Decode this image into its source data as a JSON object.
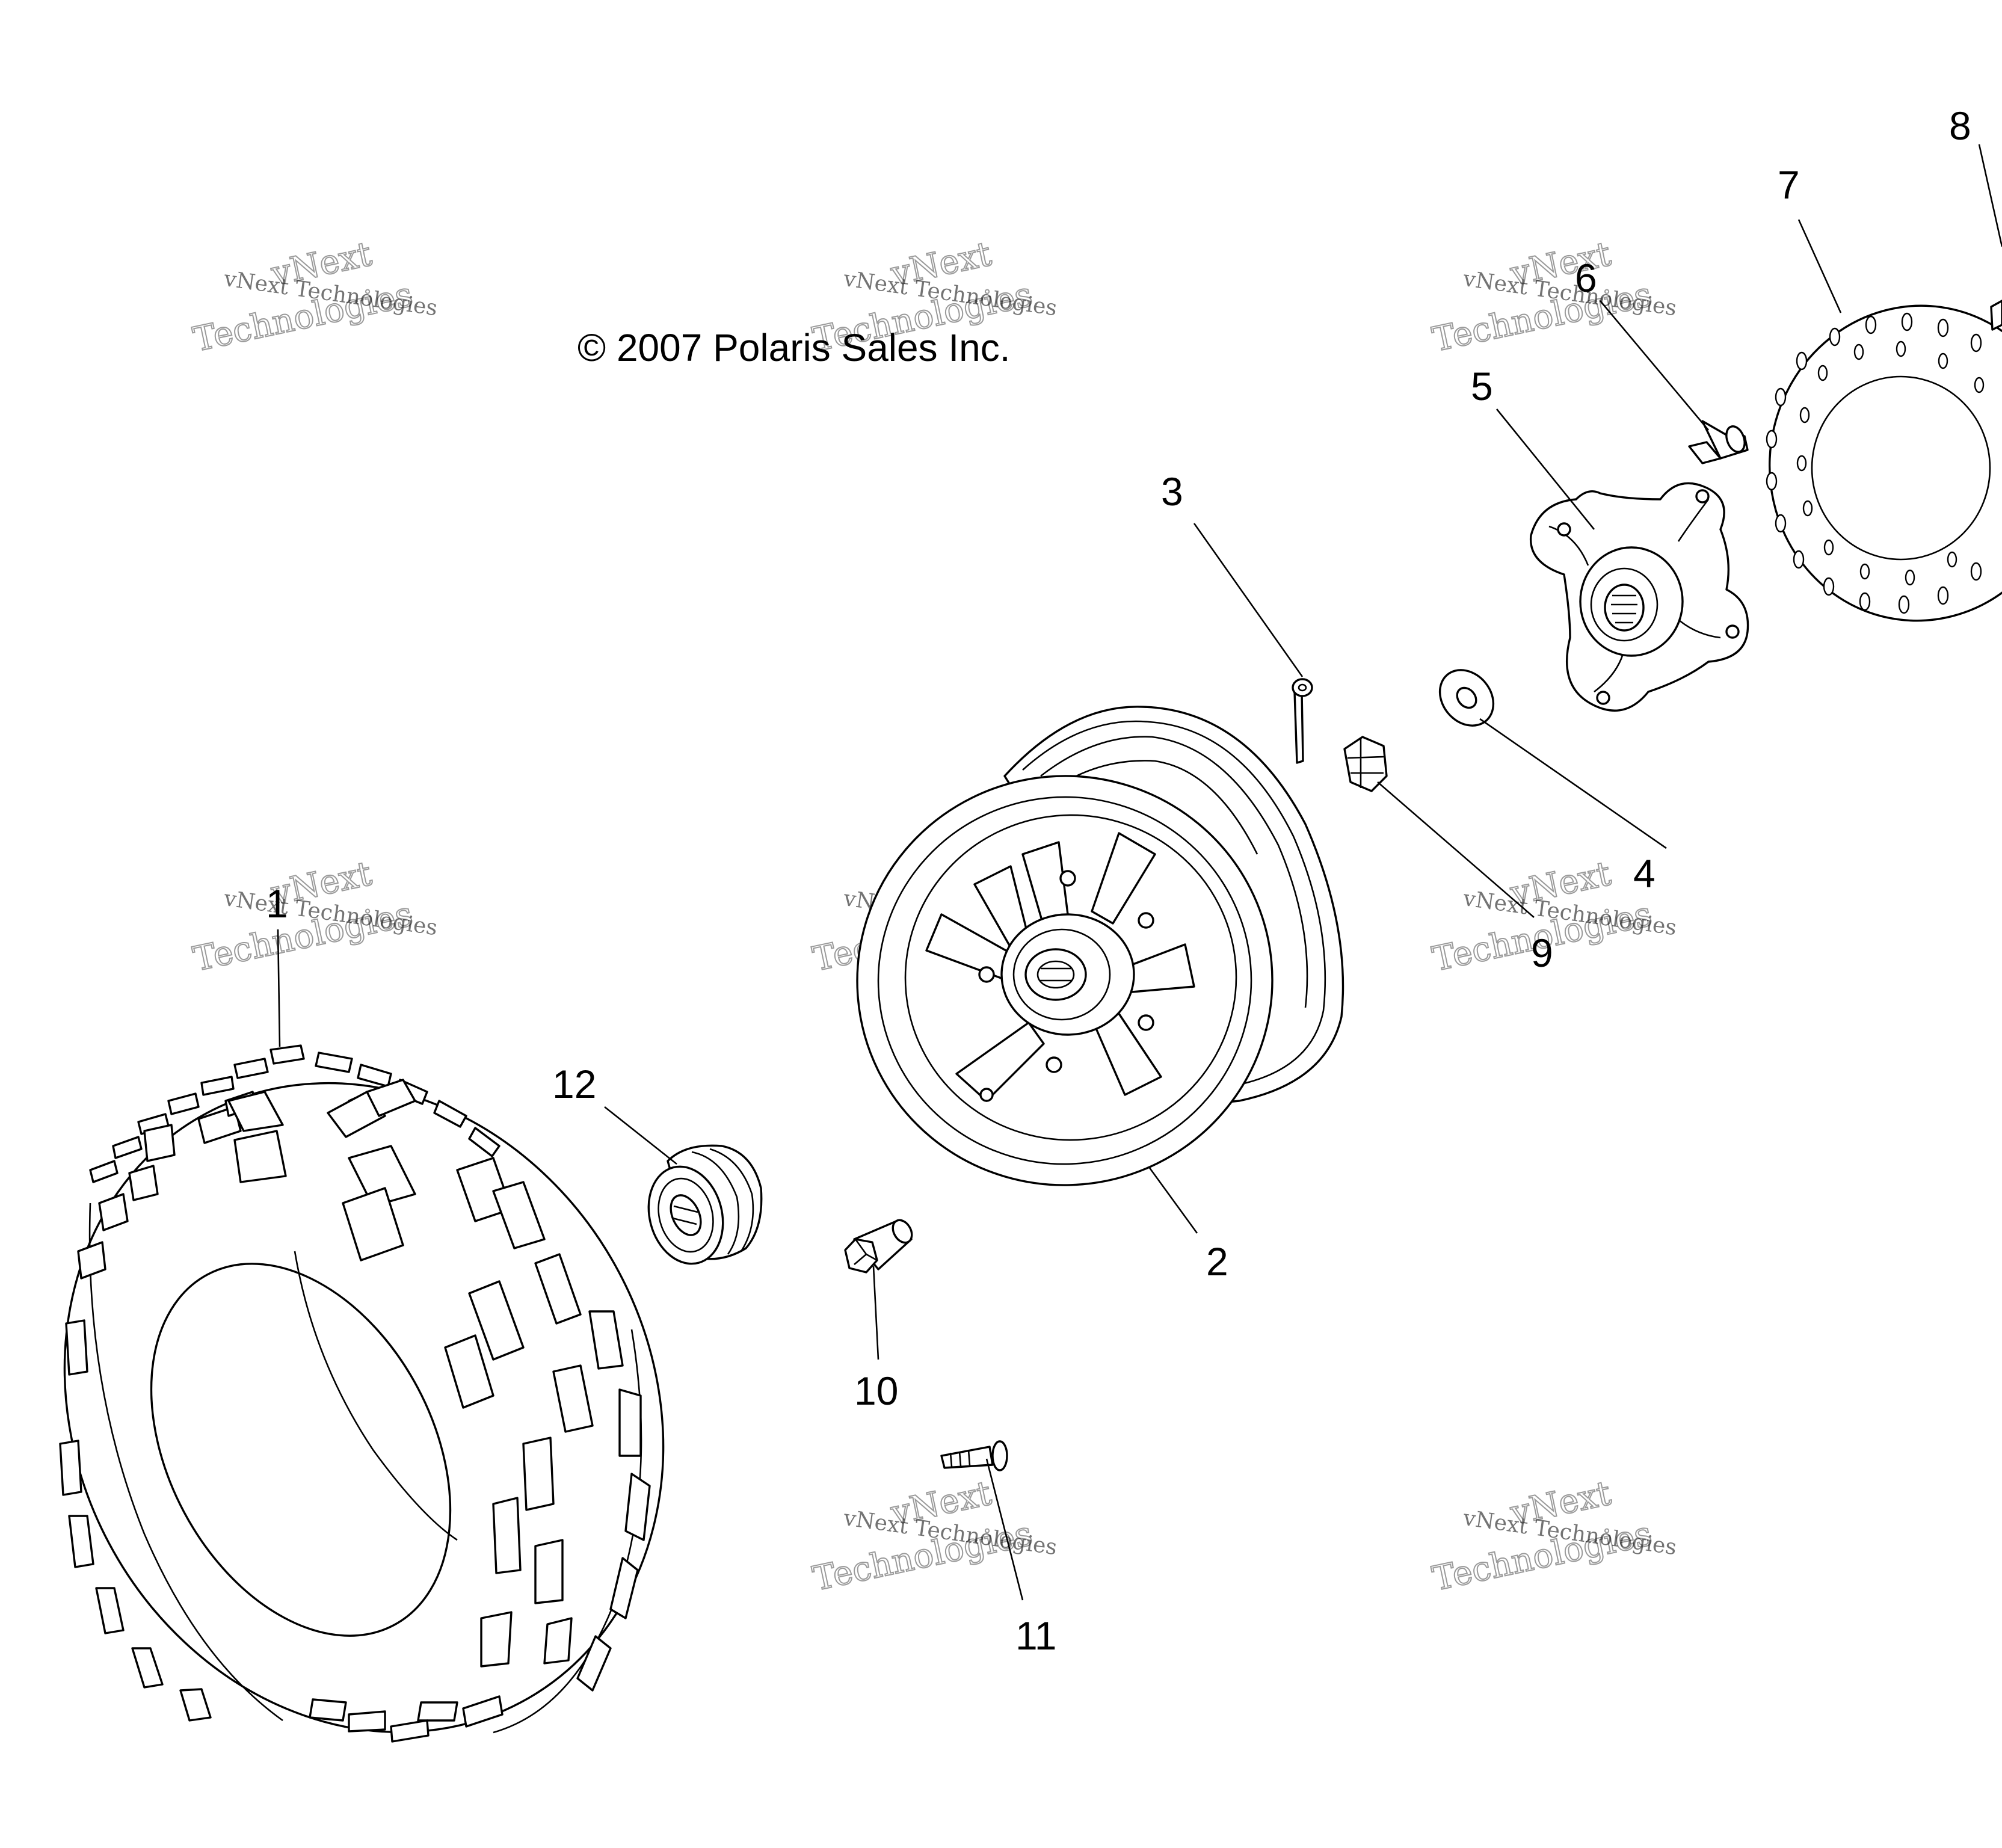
{
  "copyright": "© 2007 Polaris Sales Inc.",
  "watermark": {
    "line1": "vNext Technologies",
    "line2": "vNext",
    "line3": "Technologies"
  },
  "callouts": {
    "c1": "1",
    "c2": "2",
    "c3": "3",
    "c4": "4",
    "c5": "5",
    "c6": "6",
    "c7": "7",
    "c8": "8",
    "c9": "9",
    "c10": "10",
    "c11": "11",
    "c12": "12"
  },
  "colors": {
    "ink": "#000000",
    "background": "#ffffff",
    "watermark": "#9a9a9a"
  }
}
